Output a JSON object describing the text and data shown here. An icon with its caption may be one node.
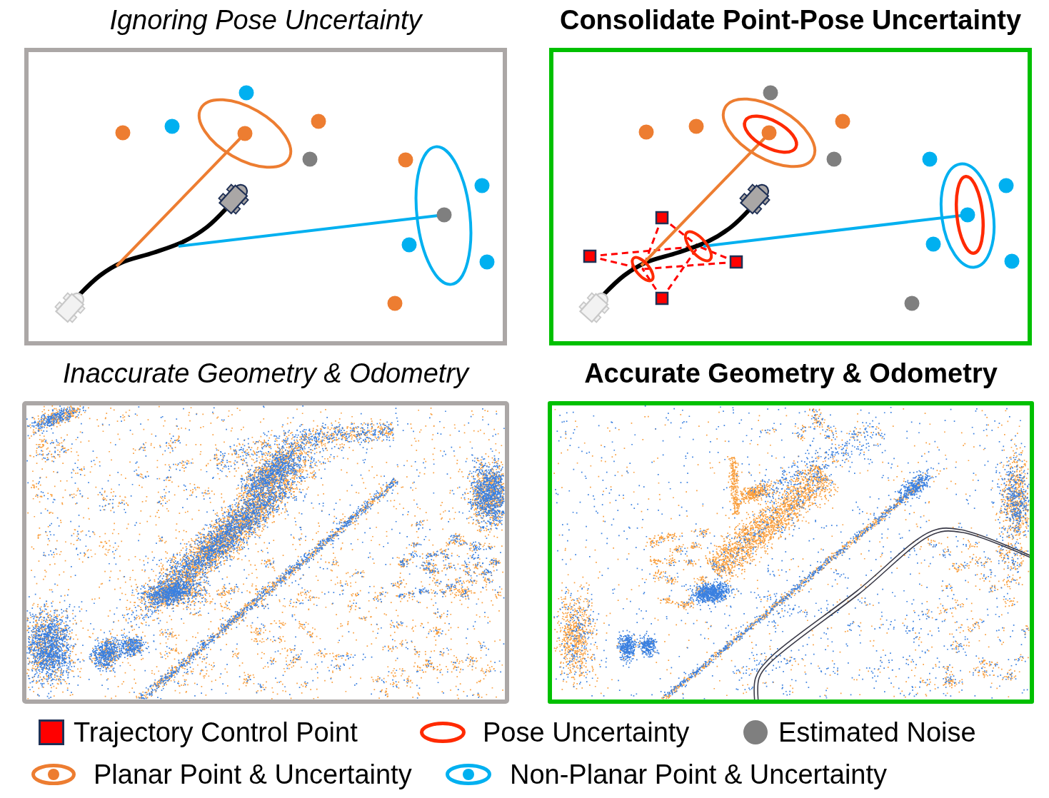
{
  "diagram": {
    "nodes": [
      {
        "text": [
          "Ignoring Pose Uncertainty"
        ]
      },
      {
        "text": [
          "Consolidate Point-Pose Uncertainty"
        ]
      },
      {
        "text": [
          "Inaccurate Geometry & Odometry"
        ]
      },
      {
        "text": [
          "Accurate Geometry & Odometry"
        ]
      }
    ],
    "legend": [
      {
        "text": "Trajectory Control Point",
        "color": "#ff0000"
      },
      {
        "text": "Pose Uncertainty"
      },
      {
        "text": "Estimated Noise",
        "color": "#7f7f7f"
      },
      {
        "text": "Planar Point & Uncertainty"
      },
      {
        "text": "Non-Planar Point & Uncertainty"
      }
    ]
  }
}
